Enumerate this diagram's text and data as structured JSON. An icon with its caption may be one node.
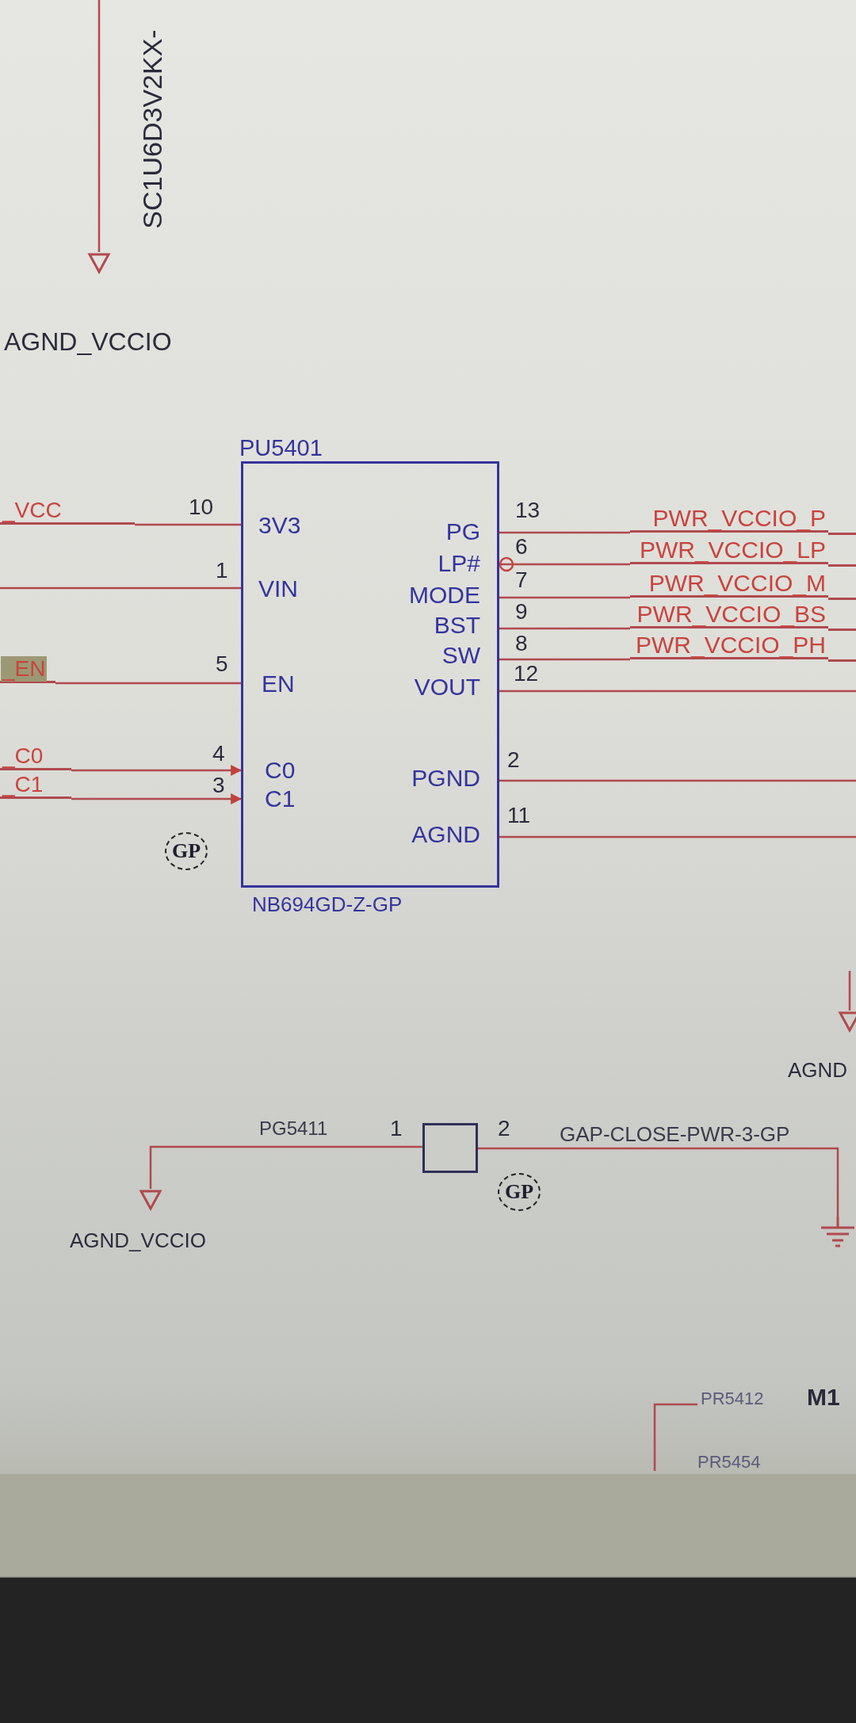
{
  "diagram": {
    "nodes": [
      {
        "text": [
          "PU5401",
          "NB694GD-Z-GP"
        ]
      },
      {
        "text": [
          "_VCC"
        ]
      },
      {
        "text": [
          "_EN"
        ]
      },
      {
        "text": [
          "_C0"
        ]
      },
      {
        "text": [
          "_C1"
        ]
      },
      {
        "text": [
          "PWR_VCCIO_P"
        ]
      },
      {
        "text": [
          "PWR_VCCIO_LP"
        ]
      },
      {
        "text": [
          "PWR_VCCIO_M"
        ]
      },
      {
        "text": [
          "PWR_VCCIO_BS"
        ]
      },
      {
        "text": [
          "PWR_VCCIO_PH"
        ]
      },
      {
        "text": [
          "AGND_VCCIO"
        ]
      },
      {
        "text": [
          "AGND"
        ]
      },
      {
        "text": [],
        "shape": "box"
      },
      {
        "text": [
          "AGND_VCCIO"
        ]
      },
      {
        "text": [],
        "shape": "ground"
      }
    ],
    "edges": [
      {
        "from": 1,
        "to": 0,
        "arrow": "none",
        "label": "10"
      },
      {
        "from": null,
        "to": 0,
        "arrow": "none",
        "label": "1"
      },
      {
        "from": 2,
        "to": 0,
        "arrow": "none",
        "label": "5"
      },
      {
        "from": 3,
        "to": 0,
        "arrow": "to",
        "label": "4"
      },
      {
        "from": 4,
        "to": 0,
        "arrow": "to",
        "label": "3"
      },
      {
        "from": 0,
        "to": 5,
        "arrow": "none",
        "label": "13"
      },
      {
        "from": 0,
        "to": 6,
        "arrow": "other",
        "label": "6"
      },
      {
        "from": 0,
        "to": 7,
        "arrow": "none",
        "label": "7"
      },
      {
        "from": 0,
        "to": 8,
        "arrow": "none",
        "label": "9"
      },
      {
        "from": 0,
        "to": 9,
        "arrow": "none",
        "label": "8"
      },
      {
        "from": 0,
        "to": null,
        "arrow": "none",
        "label": "12"
      },
      {
        "from": 0,
        "to": null,
        "arrow": "none",
        "label": "2"
      },
      {
        "from": 0,
        "to": null,
        "arrow": "none",
        "label": "11"
      },
      {
        "from": null,
        "to": 10,
        "arrow": "none"
      },
      {
        "from": null,
        "to": 11,
        "arrow": "none"
      },
      {
        "from": 12,
        "to": 13,
        "arrow": "none",
        "label": "1"
      },
      {
        "from": 12,
        "to": 14,
        "arrow": "none",
        "label": "2"
      }
    ],
    "labels": [
      "SC1U6D3V2KX-",
      "3V3",
      "VIN",
      "EN",
      "C0",
      "C1",
      "PG",
      "LP#",
      "MODE",
      "BST",
      "SW",
      "VOUT",
      "PGND",
      "AGND",
      "GP",
      "GP",
      "PG5411",
      "GAP-CLOSE-PWR-3-GP",
      "PR5412",
      "M1",
      "PR5454"
    ]
  }
}
